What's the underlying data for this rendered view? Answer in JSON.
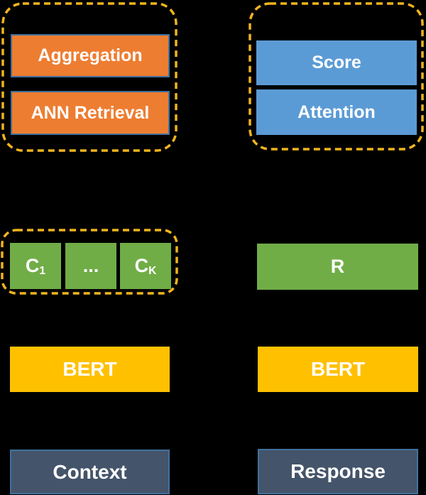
{
  "colors": {
    "background": "#000000",
    "orange_fill": "#ED7D31",
    "blue_fill": "#5B9BD5",
    "green_fill": "#70AD47",
    "yellow_fill": "#FFC000",
    "dark_slate_fill": "#44546A",
    "box_border_blue": "#41719C",
    "dashed_outline": "#F0B41E",
    "text": "#FFFFFF"
  },
  "left_pipeline": {
    "retrieval_group": {
      "aggregation_label": "Aggregation",
      "ann_retrieval_label": "ANN Retrieval"
    },
    "candidates_group": {
      "c_first": {
        "base": "C",
        "sub": "1"
      },
      "ellipsis": "...",
      "c_last": {
        "base": "C",
        "sub": "K"
      }
    },
    "bert_label": "BERT",
    "input_label": "Context"
  },
  "right_pipeline": {
    "scoring_group": {
      "score_label": "Score",
      "attention_label": "Attention"
    },
    "response_embedding_label": "R",
    "bert_label": "BERT",
    "input_label": "Response"
  }
}
